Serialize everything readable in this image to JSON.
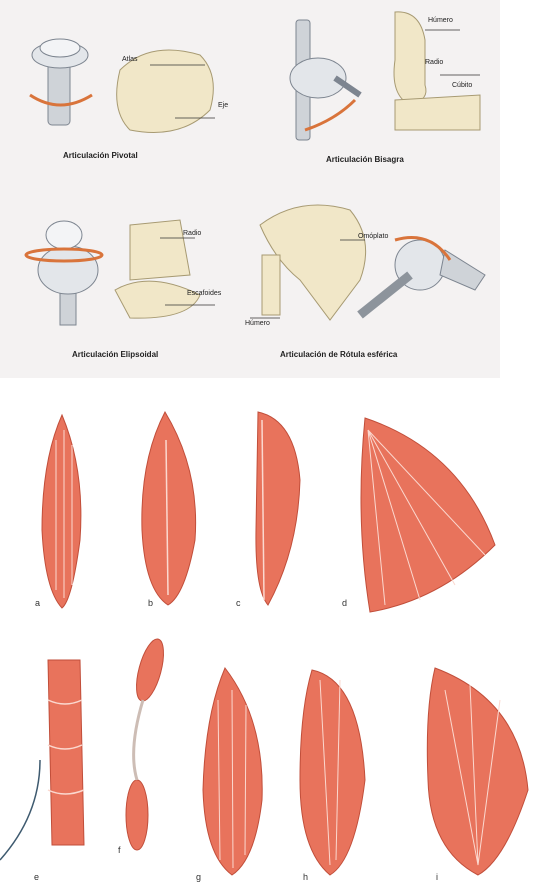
{
  "joints": {
    "pivot": {
      "caption": "Articulación Pivotal",
      "labels": [
        "Atlas",
        "Eje"
      ]
    },
    "hinge": {
      "caption": "Articulación Bisagra",
      "labels": [
        "Húmero",
        "Radio",
        "Cúbito"
      ]
    },
    "ellipsoid": {
      "caption": "Articulación Elipsoidal",
      "labels": [
        "Radio",
        "Escafoides"
      ]
    },
    "ball": {
      "caption": "Articulación de Rótula esférica",
      "labels": [
        "Omóplato",
        "Húmero"
      ]
    }
  },
  "muscles": {
    "letters": [
      "a",
      "b",
      "c",
      "d",
      "e",
      "f",
      "g",
      "h",
      "i"
    ]
  },
  "colors": {
    "background": "#ffffff",
    "top_panel": "#f4f2f2",
    "bone": "#f1e7c8",
    "muscle": "#e8735c",
    "muscle_line": "#fbd8cf",
    "metal": "#cfd3d8"
  }
}
